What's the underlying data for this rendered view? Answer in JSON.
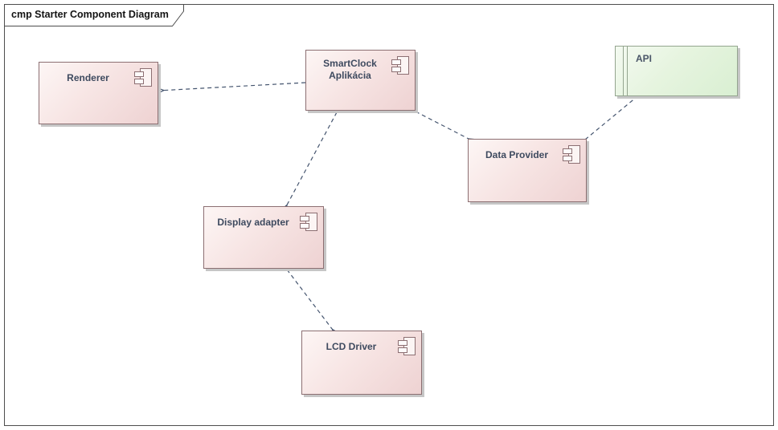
{
  "frame": {
    "title": "cmp Starter Component Diagram"
  },
  "components": [
    {
      "name": "Renderer",
      "display": "Renderer",
      "stereotype": "component",
      "fill": "pink"
    },
    {
      "name": "SmartClock Aplikácia",
      "display": "SmartClock\nAplikácia",
      "stereotype": "component",
      "fill": "pink"
    },
    {
      "name": "Data Provider",
      "display": "Data Provider",
      "stereotype": "component",
      "fill": "pink"
    },
    {
      "name": "Display adapter",
      "display": "Display adapter",
      "stereotype": "component",
      "fill": "pink"
    },
    {
      "name": "LCD Driver",
      "display": "LCD Driver",
      "stereotype": "component",
      "fill": "pink"
    },
    {
      "name": "API",
      "display": "API",
      "stereotype": "interface-block",
      "fill": "green"
    }
  ],
  "connectors": [
    {
      "from": "SmartClock Aplikácia",
      "to": "Renderer",
      "type": "dependency",
      "line": "dashed",
      "arrowhead": "open"
    },
    {
      "from": "SmartClock Aplikácia",
      "to": "Data Provider",
      "type": "dependency",
      "line": "dashed",
      "arrowhead": "open"
    },
    {
      "from": "SmartClock Aplikácia",
      "to": "Display adapter",
      "type": "dependency",
      "line": "dashed",
      "arrowhead": "open"
    },
    {
      "from": "Data Provider",
      "to": "API",
      "type": "dependency",
      "line": "dashed",
      "arrowhead": "open"
    },
    {
      "from": "Display adapter",
      "to": "LCD Driver",
      "type": "dependency",
      "line": "dashed",
      "arrowhead": "open"
    }
  ],
  "colors": {
    "component_fill_start": "#fdf6f5",
    "component_fill_end": "#eed2d2",
    "component_border": "#8c6f72",
    "api_fill_start": "#f4faf1",
    "api_fill_end": "#d9efd2",
    "api_border": "#94a58f",
    "connector": "#44546e",
    "label_text": "#3e4a5f",
    "frame_border": "#4d4d4d",
    "shadow": "#c6c6c6"
  }
}
